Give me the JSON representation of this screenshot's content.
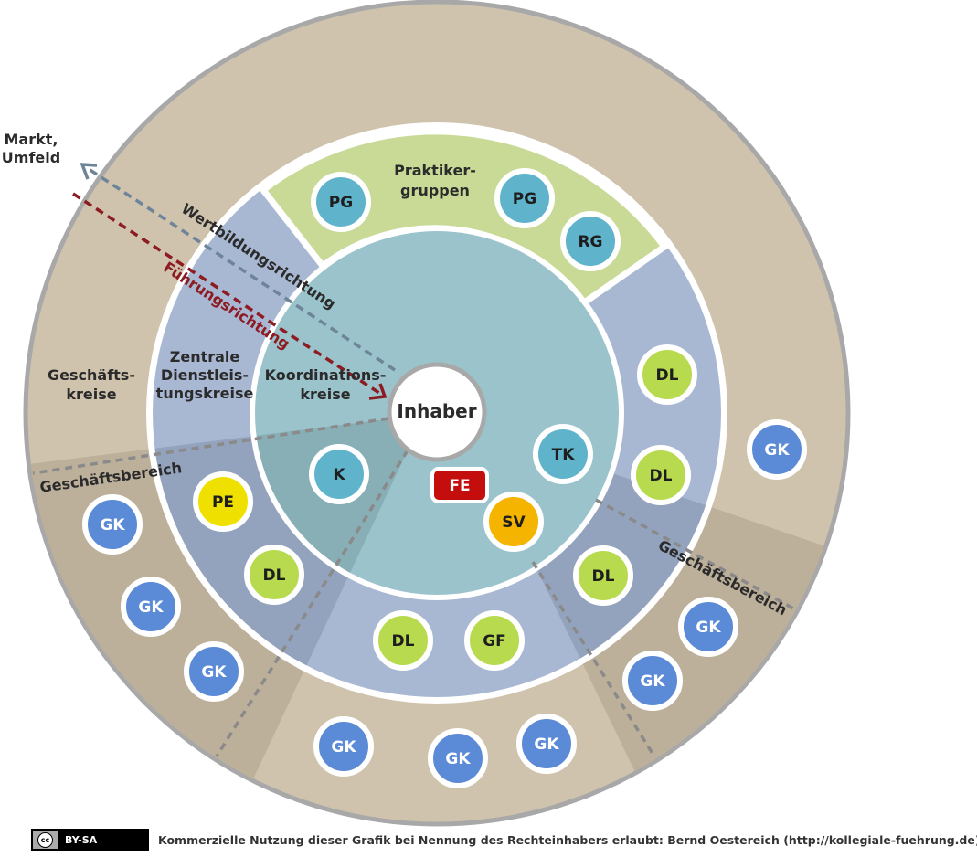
{
  "labels": {
    "market": [
      "Markt,",
      "Umfeld"
    ],
    "value_direction": "Wertbildungsrichtung",
    "lead_direction": "Führungsrichtung",
    "practitioner_groups": [
      "Praktiker-",
      "gruppen"
    ],
    "central_services": [
      "Zentrale",
      "Dienstleis-",
      "tungskreise"
    ],
    "coordination": [
      "Koordinations-",
      "kreise"
    ],
    "business_circles": [
      "Geschäfts-",
      "kreise"
    ],
    "business_area_left": "Geschäftsbereich",
    "business_area_right": "Geschäftsbereich",
    "owner": "Inhaber"
  },
  "nodes": {
    "pg1": "PG",
    "pg2": "PG",
    "rg": "RG",
    "dl1": "DL",
    "dl2": "DL",
    "dl3": "DL",
    "dl4": "DL",
    "dl5": "DL",
    "gf": "GF",
    "pe": "PE",
    "k": "K",
    "tk": "TK",
    "sv": "SV",
    "fe": "FE",
    "gk1": "GK",
    "gk2": "GK",
    "gk3": "GK",
    "gk4": "GK",
    "gk5": "GK",
    "gk6": "GK",
    "gk7": "GK",
    "gk8": "GK",
    "gk9": "GK"
  },
  "footer": {
    "license": "BY-SA",
    "cc": "cc",
    "text": "Kommerzielle Nutzung dieser Grafik bei Nennung des Rechteinhabers erlaubt: Bernd Oestereich (http://kollegiale-fuehrung.de)"
  },
  "colors": {
    "outer_ring": "#cfc3ae",
    "service_ring": "#a8b8d3",
    "practitioner_segment": "#c8da96",
    "coordination_circle": "#9bc3cc",
    "business_area_shade": "#7d8aa0",
    "gk": "#5b8ad6",
    "teal_node": "#5fb4cc",
    "green_node": "#b8da4e",
    "yellow_node": "#f0e000",
    "orange_node": "#f5b400",
    "fe": "#c40d0d",
    "value_arrow": "#6e8599",
    "lead_arrow": "#8c1c22"
  }
}
